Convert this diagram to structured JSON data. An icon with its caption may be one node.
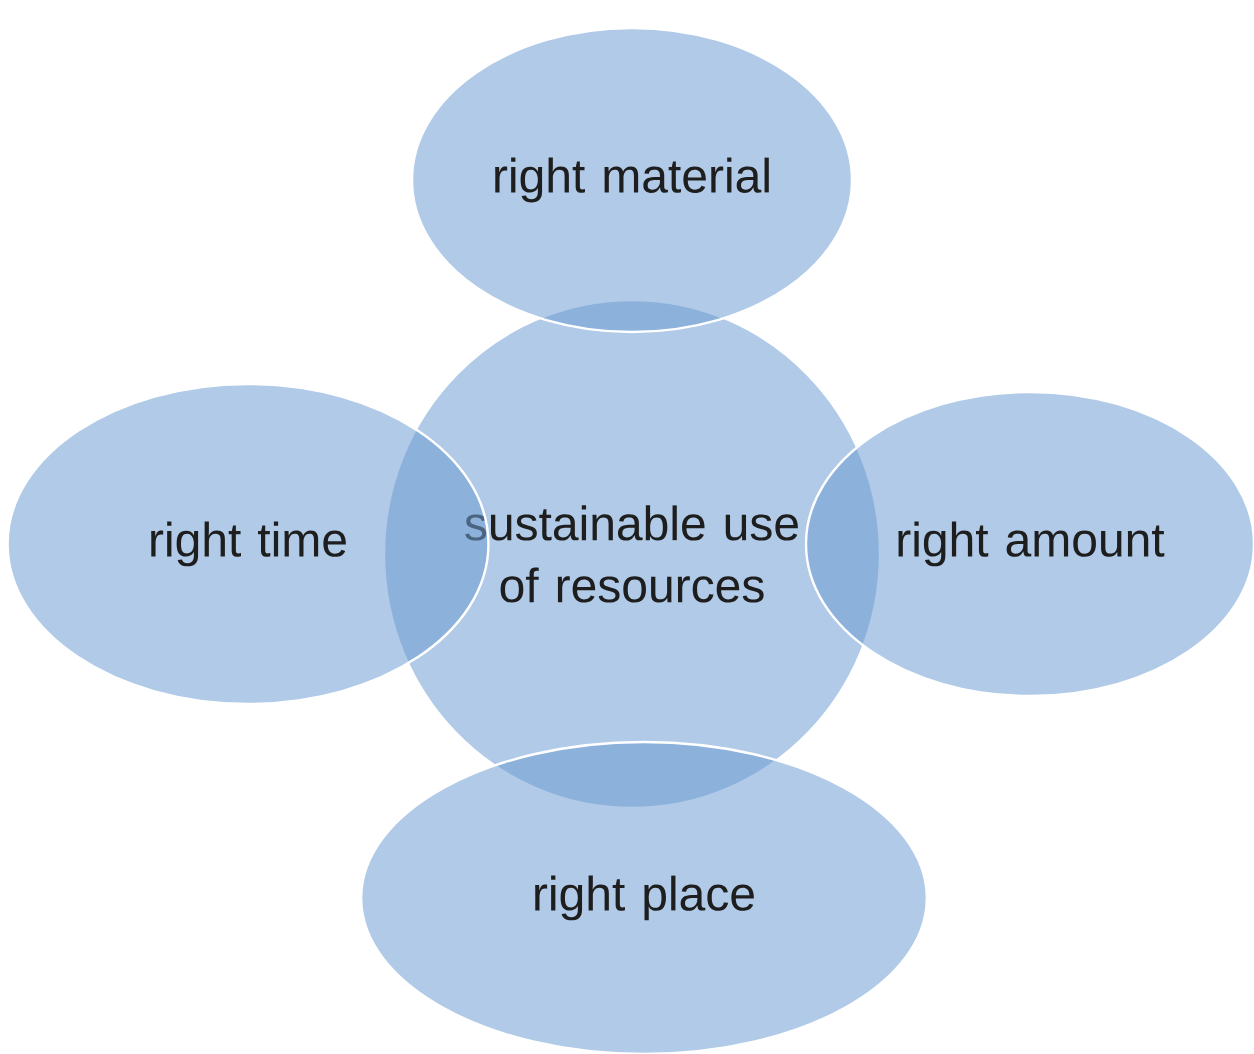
{
  "diagram": {
    "nodes": [
      {
        "text": [
          "right material"
        ]
      },
      {
        "text": [
          "right time"
        ]
      },
      {
        "text": [
          "sustainable use of resources"
        ]
      },
      {
        "text": [
          "right amount"
        ]
      },
      {
        "text": [
          "right place"
        ]
      }
    ]
  }
}
